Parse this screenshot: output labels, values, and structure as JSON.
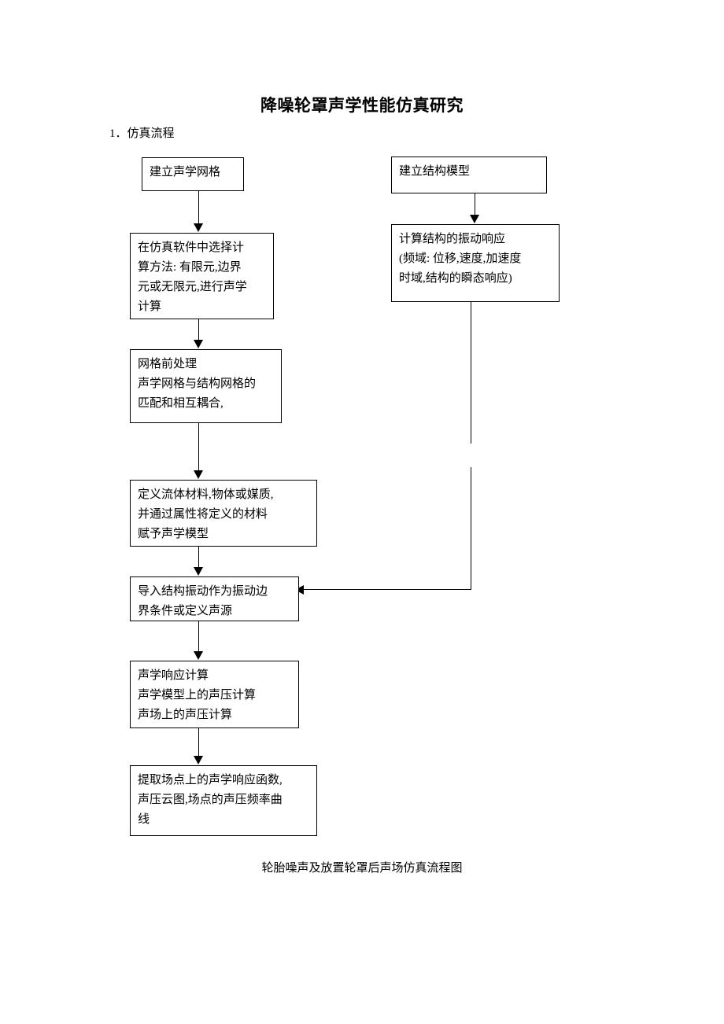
{
  "document": {
    "title": "降噪轮罩声学性能仿真研究",
    "section_heading": "1．仿真流程",
    "figure_caption": "轮胎噪声及放置轮罩后声场仿真流程图",
    "text_color": "#000000",
    "background_color": "#ffffff"
  },
  "flowchart": {
    "boxes": [
      {
        "id": "acoustic-mesh",
        "lines": [
          "建立声学网格"
        ]
      },
      {
        "id": "structure-model",
        "lines": [
          "建立结构模型"
        ]
      },
      {
        "id": "solver-method",
        "lines": [
          "在仿真软件中选择计",
          "算方法: 有限元,边界",
          "元或无限元,进行声学",
          "计算"
        ]
      },
      {
        "id": "vibration-response",
        "lines": [
          "计算结构的振动响应",
          "(频域: 位移,速度,加速度",
          "时域,结构的瞬态响应)"
        ]
      },
      {
        "id": "mesh-pre",
        "lines": [
          "网格前处理",
          "声学网格与结构网格的",
          "匹配和相互耦合,"
        ]
      },
      {
        "id": "material-def",
        "lines": [
          "定义流体材料,物体或媒质,",
          "并通过属性将定义的材料",
          "赋予声学模型"
        ]
      },
      {
        "id": "import-vibration",
        "lines": [
          "导入结构振动作为振动边",
          "界条件或定义声源"
        ]
      },
      {
        "id": "acoustic-response",
        "lines": [
          "声学响应计算",
          "声学模型上的声压计算",
          "声场上的声压计算"
        ]
      },
      {
        "id": "extract-results",
        "lines": [
          "提取场点上的声学响应函数,",
          "声压云图,场点的声压频率曲",
          "线"
        ]
      }
    ]
  }
}
